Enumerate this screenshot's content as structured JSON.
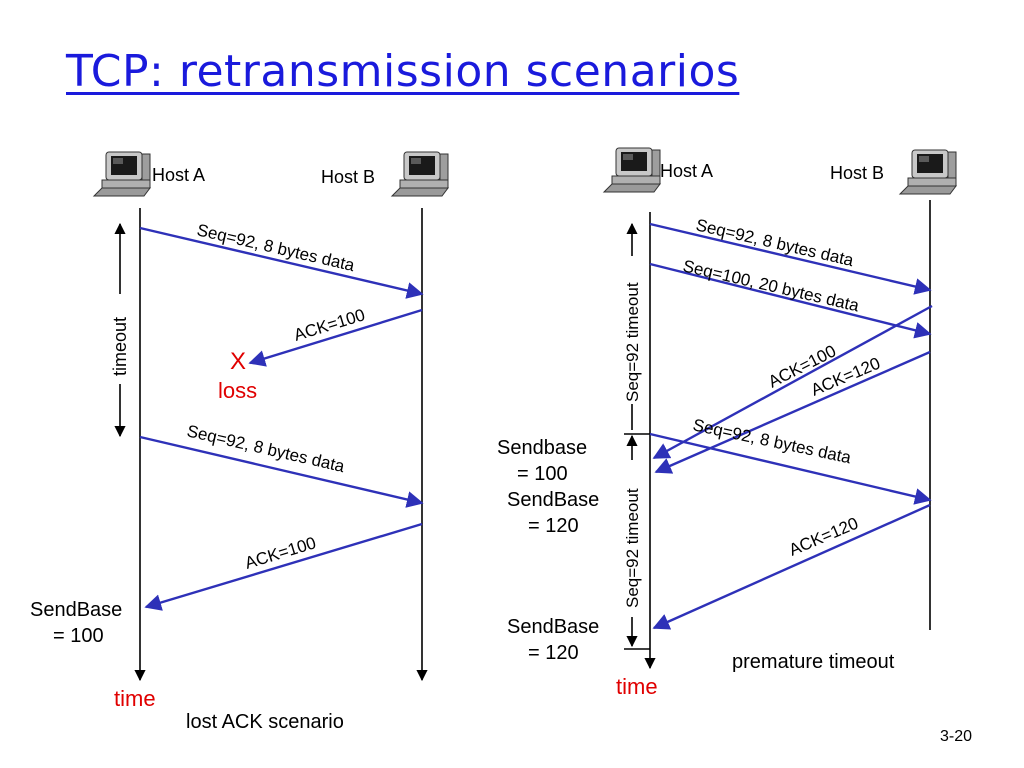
{
  "title": "TCP: retransmission scenarios",
  "page_number": "3-20",
  "left": {
    "host_a": "Host A",
    "host_b": "Host B",
    "msg1": "Seq=92, 8 bytes data",
    "ack1": "ACK=100",
    "loss_mark": "X",
    "loss": "loss",
    "timeout": "timeout",
    "msg2": "Seq=92, 8 bytes data",
    "ack2": "ACK=100",
    "sendbase_1": "SendBase",
    "sendbase_2": "= 100",
    "time": "time",
    "caption": "lost ACK scenario"
  },
  "right": {
    "host_a": "Host A",
    "host_b": "Host B",
    "msg1": "Seq=92, 8 bytes data",
    "msg2": "Seq=100, 20 bytes data",
    "ack1": "ACK=100",
    "ack2": "ACK=120",
    "timeout1": "Seq=92 timeout",
    "timeout2": "Seq=92 timeout",
    "msg3": "Seq=92, 8 bytes data",
    "ack3": "ACK=120",
    "sendbase_a1": "Sendbase",
    "sendbase_a2": "= 100",
    "sendbase_b1": "SendBase",
    "sendbase_b2": "= 120",
    "sendbase_c1": "SendBase",
    "sendbase_c2": "= 120",
    "time": "time",
    "caption": "premature timeout"
  },
  "colors": {
    "title": "#1a1adc",
    "arrow": "#2e31b8",
    "accent_red": "#e00000"
  },
  "icons": [
    "computer-icon"
  ]
}
